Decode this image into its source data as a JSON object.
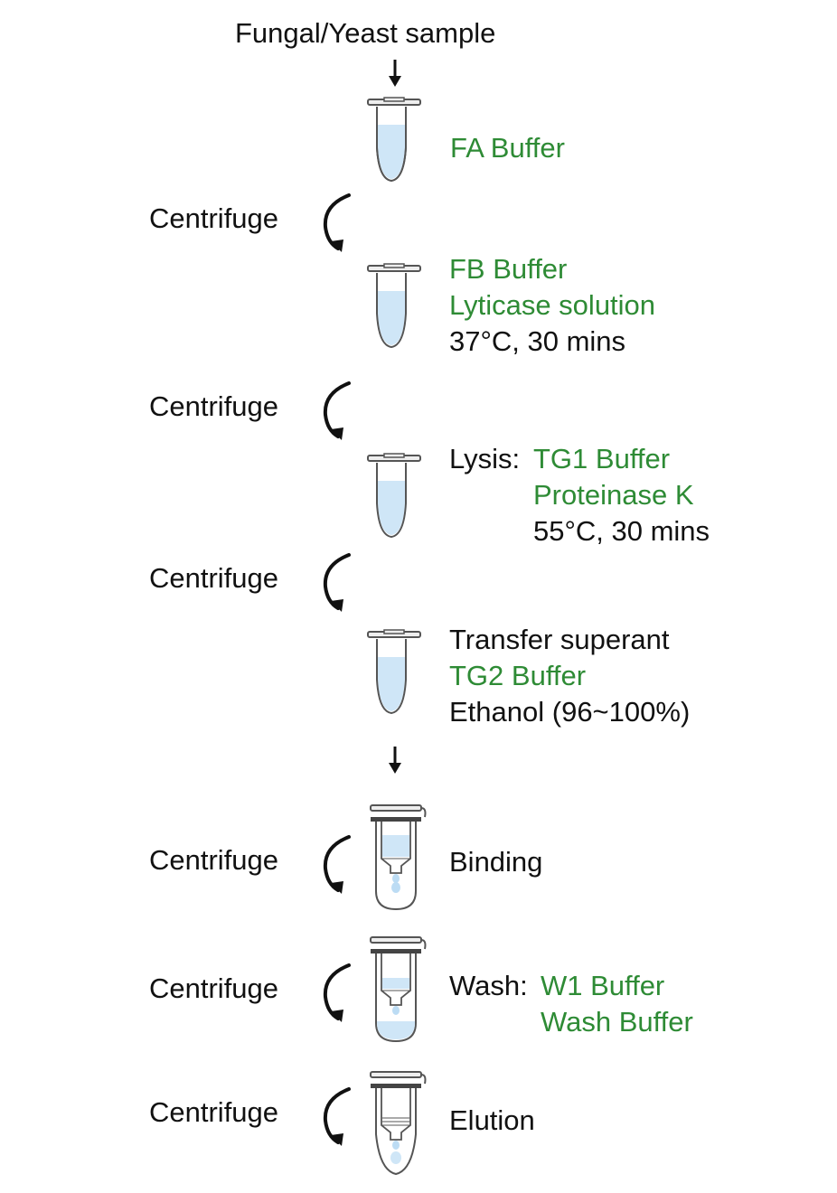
{
  "title": "Fungal/Yeast sample",
  "colors": {
    "reagent": "#2e8b35",
    "text": "#111111",
    "liquid": "#cfe6f7",
    "tube_outline": "#555555"
  },
  "steps": {
    "s1": {
      "reagent": "FA Buffer"
    },
    "c1": "Centrifuge",
    "s2": {
      "reagent1": "FB Buffer",
      "reagent2": "Lyticase solution",
      "condition": "37°C, 30 mins"
    },
    "c2": "Centrifuge",
    "s3": {
      "prefix": "Lysis:",
      "reagent1": "TG1 Buffer",
      "reagent2": "Proteinase K",
      "condition": "55°C, 30 mins"
    },
    "c3": "Centrifuge",
    "s4": {
      "line1": "Transfer superant",
      "reagent": "TG2 Buffer",
      "line3": "Ethanol (96~100%)"
    },
    "c4": "Centrifuge",
    "s5": {
      "label": "Binding"
    },
    "c5": "Centrifuge",
    "s6": {
      "prefix": "Wash:",
      "reagent1": "W1 Buffer",
      "reagent2": "Wash Buffer"
    },
    "c6": "Centrifuge",
    "s7": {
      "label": "Elution"
    }
  }
}
